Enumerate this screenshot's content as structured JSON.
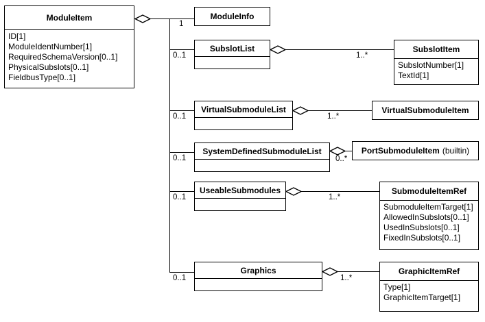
{
  "diagram": {
    "title": "ModuleItem UML class diagram",
    "stroke_color": "#000000",
    "background_color": "#ffffff"
  },
  "classes": {
    "module_item": {
      "name": "ModuleItem",
      "attributes": [
        "ID[1]",
        "ModuleIdentNumber[1]",
        "RequiredSchemaVersion[0..1]",
        "PhysicalSubslots[0..1]",
        "FieldbusType[0..1]"
      ]
    },
    "module_info": {
      "name": "ModuleInfo",
      "attributes": []
    },
    "subslot_list": {
      "name": "SubslotList",
      "attributes": []
    },
    "subslot_item": {
      "name": "SubslotItem",
      "attributes": [
        "SubslotNumber[1]",
        "TextId[1]"
      ]
    },
    "virtual_submodule_list": {
      "name": "VirtualSubmoduleList",
      "attributes": []
    },
    "virtual_submodule_item": {
      "name": "VirtualSubmoduleItem",
      "attributes": []
    },
    "system_defined_submodule_list": {
      "name": "SystemDefinedSubmoduleList",
      "attributes": []
    },
    "port_submodule_item": {
      "name": "PortSubmoduleItem",
      "suffix": "(builtin)",
      "attributes": []
    },
    "useable_submodules": {
      "name": "UseableSubmodules",
      "attributes": []
    },
    "submodule_item_ref": {
      "name": "SubmoduleItemRef",
      "attributes": [
        "SubmoduleItemTarget[1]",
        "AllowedInSubslots[0..1]",
        "UsedInSubslots[0..1]",
        "FixedInSubslots[0..1]"
      ]
    },
    "graphics": {
      "name": "Graphics",
      "attributes": []
    },
    "graphic_item_ref": {
      "name": "GraphicItemRef",
      "attributes": [
        "Type[1]",
        "GraphicItemTarget[1]"
      ]
    }
  },
  "multiplicities": {
    "module_info": "1",
    "subslot_list": "0..1",
    "subslot_item": "1..*",
    "virtual_submodule_list": "0..1",
    "virtual_submodule_item": "1..*",
    "system_defined_submodule_list": "0..1",
    "port_submodule_item": "0..*",
    "useable_submodules": "0..1",
    "submodule_item_ref": "1..*",
    "graphics": "0..1",
    "graphic_item_ref": "1..*"
  }
}
